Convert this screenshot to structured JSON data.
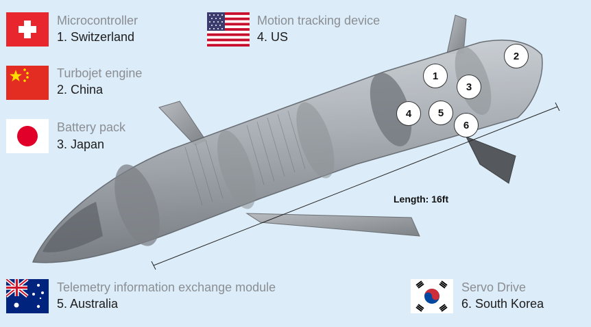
{
  "components": [
    {
      "category": "Microcontroller",
      "origin": "1. Switzerland",
      "flag": "switzerland-flag"
    },
    {
      "category": "Turbojet engine",
      "origin": "2. China",
      "flag": "china-flag"
    },
    {
      "category": "Battery pack",
      "origin": "3. Japan",
      "flag": "japan-flag"
    },
    {
      "category": "Motion tracking device",
      "origin": "4. US",
      "flag": "us-flag"
    },
    {
      "category": "Telemetry information exchange module",
      "origin": "5. Australia",
      "flag": "australia-flag"
    },
    {
      "category": "Servo Drive",
      "origin": "6. South Korea",
      "flag": "south-korea-flag"
    }
  ],
  "markers": [
    "1",
    "2",
    "3",
    "4",
    "5",
    "6"
  ],
  "length_label": "Length: 16ft",
  "colors": {
    "background": "#dcecf8",
    "category_text": "#8a8e93",
    "origin_text": "#1c1c1c",
    "missile_body": "#9ea3a8"
  }
}
